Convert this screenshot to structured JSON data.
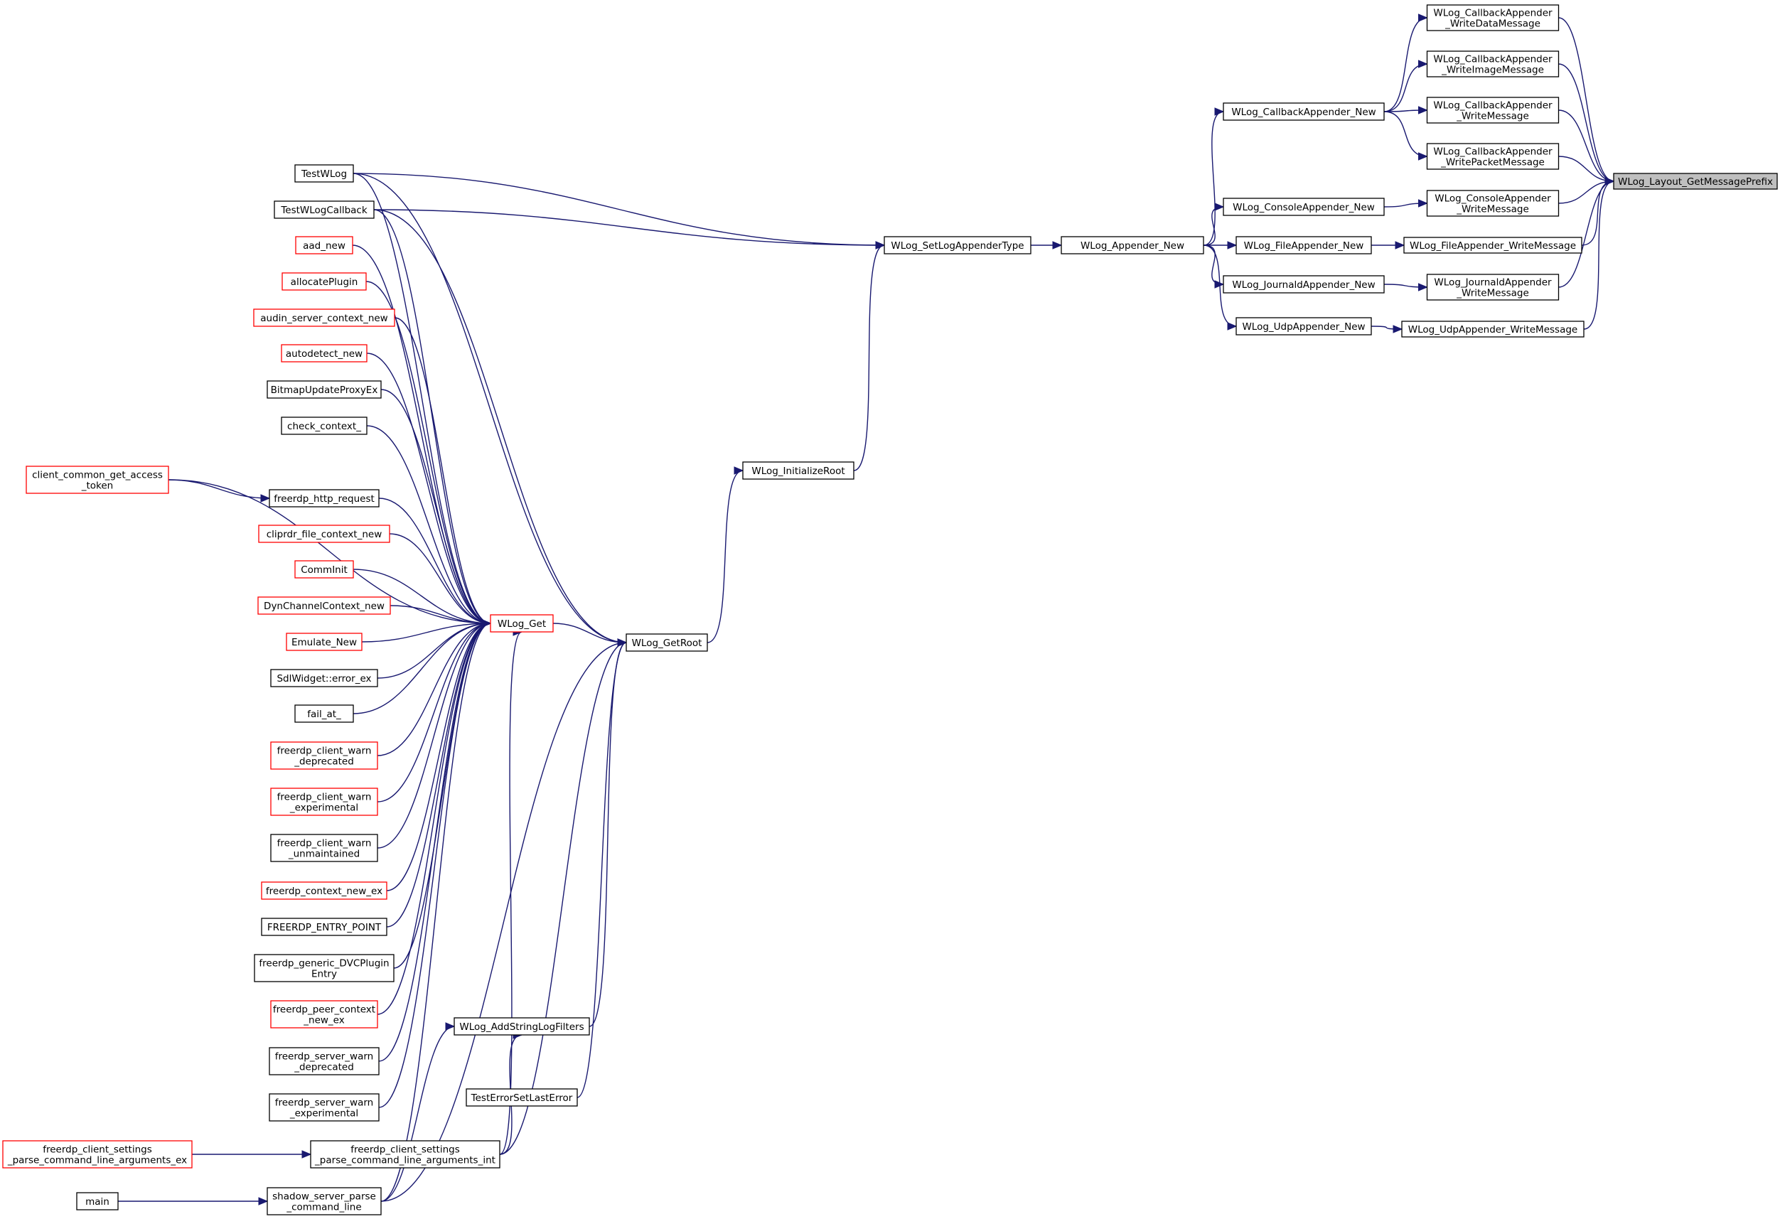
{
  "diagram": {
    "type": "caller-graph",
    "colors": {
      "edge": "#191970",
      "border_default": "#000000",
      "border_truncated": "#ff0000",
      "highlight_fill": "#bfbfbf"
    },
    "nodes": [
      {
        "id": "root",
        "lines": [
          "WLog_Layout_GetMessagePrefix"
        ],
        "style": "highlight"
      },
      {
        "id": "cb_data",
        "lines": [
          "WLog_CallbackAppender",
          "_WriteDataMessage"
        ],
        "style": "black"
      },
      {
        "id": "cb_image",
        "lines": [
          "WLog_CallbackAppender",
          "_WriteImageMessage"
        ],
        "style": "black"
      },
      {
        "id": "cb_msg",
        "lines": [
          "WLog_CallbackAppender",
          "_WriteMessage"
        ],
        "style": "black"
      },
      {
        "id": "cb_packet",
        "lines": [
          "WLog_CallbackAppender",
          "_WritePacketMessage"
        ],
        "style": "black"
      },
      {
        "id": "con_msg",
        "lines": [
          "WLog_ConsoleAppender",
          "_WriteMessage"
        ],
        "style": "black"
      },
      {
        "id": "file_msg",
        "lines": [
          "WLog_FileAppender_WriteMessage"
        ],
        "style": "black"
      },
      {
        "id": "jour_msg",
        "lines": [
          "WLog_JournaldAppender",
          "_WriteMessage"
        ],
        "style": "black"
      },
      {
        "id": "udp_msg",
        "lines": [
          "WLog_UdpAppender_WriteMessage"
        ],
        "style": "black"
      },
      {
        "id": "cb_new",
        "lines": [
          "WLog_CallbackAppender_New"
        ],
        "style": "black"
      },
      {
        "id": "con_new",
        "lines": [
          "WLog_ConsoleAppender_New"
        ],
        "style": "black"
      },
      {
        "id": "file_new",
        "lines": [
          "WLog_FileAppender_New"
        ],
        "style": "black"
      },
      {
        "id": "jour_new",
        "lines": [
          "WLog_JournaldAppender_New"
        ],
        "style": "black"
      },
      {
        "id": "udp_new",
        "lines": [
          "WLog_UdpAppender_New"
        ],
        "style": "black"
      },
      {
        "id": "app_new",
        "lines": [
          "WLog_Appender_New"
        ],
        "style": "black"
      },
      {
        "id": "set_type",
        "lines": [
          "WLog_SetLogAppenderType"
        ],
        "style": "black"
      },
      {
        "id": "init_root",
        "lines": [
          "WLog_InitializeRoot"
        ],
        "style": "black"
      },
      {
        "id": "get_root",
        "lines": [
          "WLog_GetRoot"
        ],
        "style": "black"
      },
      {
        "id": "wlog_get",
        "lines": [
          "WLog_Get"
        ],
        "style": "red"
      },
      {
        "id": "add_filters",
        "lines": [
          "WLog_AddStringLogFilters"
        ],
        "style": "black"
      },
      {
        "id": "test_err",
        "lines": [
          "TestErrorSetLastError"
        ],
        "style": "black"
      },
      {
        "id": "test_wlog",
        "lines": [
          "TestWLog"
        ],
        "style": "black"
      },
      {
        "id": "test_cb",
        "lines": [
          "TestWLogCallback"
        ],
        "style": "black"
      },
      {
        "id": "aad_new",
        "lines": [
          "aad_new"
        ],
        "style": "red"
      },
      {
        "id": "alloc_plugin",
        "lines": [
          "allocatePlugin"
        ],
        "style": "red"
      },
      {
        "id": "audin",
        "lines": [
          "audin_server_context_new"
        ],
        "style": "red"
      },
      {
        "id": "autodetect",
        "lines": [
          "autodetect_new"
        ],
        "style": "red"
      },
      {
        "id": "bitmap",
        "lines": [
          "BitmapUpdateProxyEx"
        ],
        "style": "black"
      },
      {
        "id": "check_ctx",
        "lines": [
          "check_context_"
        ],
        "style": "black"
      },
      {
        "id": "cc_token",
        "lines": [
          "client_common_get_access",
          "_token"
        ],
        "style": "red"
      },
      {
        "id": "http_req",
        "lines": [
          "freerdp_http_request"
        ],
        "style": "black"
      },
      {
        "id": "cliprdr",
        "lines": [
          "cliprdr_file_context_new"
        ],
        "style": "red"
      },
      {
        "id": "comminit",
        "lines": [
          "CommInit"
        ],
        "style": "red"
      },
      {
        "id": "dynch",
        "lines": [
          "DynChannelContext_new"
        ],
        "style": "red"
      },
      {
        "id": "emulate",
        "lines": [
          "Emulate_New"
        ],
        "style": "red"
      },
      {
        "id": "sdlw",
        "lines": [
          "SdlWidget::error_ex"
        ],
        "style": "black"
      },
      {
        "id": "fail_at",
        "lines": [
          "fail_at_"
        ],
        "style": "black"
      },
      {
        "id": "fc_warn_dep",
        "lines": [
          "freerdp_client_warn",
          "_deprecated"
        ],
        "style": "red"
      },
      {
        "id": "fc_warn_exp",
        "lines": [
          "freerdp_client_warn",
          "_experimental"
        ],
        "style": "red"
      },
      {
        "id": "fc_warn_unm",
        "lines": [
          "freerdp_client_warn",
          "_unmaintained"
        ],
        "style": "black"
      },
      {
        "id": "ctx_new_ex",
        "lines": [
          "freerdp_context_new_ex"
        ],
        "style": "red"
      },
      {
        "id": "entry_point",
        "lines": [
          "FREERDP_ENTRY_POINT"
        ],
        "style": "black"
      },
      {
        "id": "dvc_entry",
        "lines": [
          "freerdp_generic_DVCPlugin",
          "Entry"
        ],
        "style": "black"
      },
      {
        "id": "peer_ctx",
        "lines": [
          "freerdp_peer_context",
          "_new_ex"
        ],
        "style": "red"
      },
      {
        "id": "fs_warn_dep",
        "lines": [
          "freerdp_server_warn",
          "_deprecated"
        ],
        "style": "black"
      },
      {
        "id": "fs_warn_exp",
        "lines": [
          "freerdp_server_warn",
          "_experimental"
        ],
        "style": "black"
      },
      {
        "id": "parse_int",
        "lines": [
          "freerdp_client_settings",
          "_parse_command_line_arguments_int"
        ],
        "style": "black"
      },
      {
        "id": "parse_ex",
        "lines": [
          "freerdp_client_settings",
          "_parse_command_line_arguments_ex"
        ],
        "style": "red"
      },
      {
        "id": "shadow_parse",
        "lines": [
          "shadow_server_parse",
          "_command_line"
        ],
        "style": "black"
      },
      {
        "id": "main",
        "lines": [
          "main"
        ],
        "style": "black"
      }
    ],
    "edges": [
      [
        "cb_data",
        "root"
      ],
      [
        "cb_image",
        "root"
      ],
      [
        "cb_msg",
        "root"
      ],
      [
        "cb_packet",
        "root"
      ],
      [
        "con_msg",
        "root"
      ],
      [
        "file_msg",
        "root"
      ],
      [
        "jour_msg",
        "root"
      ],
      [
        "udp_msg",
        "root"
      ],
      [
        "cb_new",
        "cb_data"
      ],
      [
        "cb_new",
        "cb_image"
      ],
      [
        "cb_new",
        "cb_msg"
      ],
      [
        "cb_new",
        "cb_packet"
      ],
      [
        "con_new",
        "con_msg"
      ],
      [
        "file_new",
        "file_msg"
      ],
      [
        "jour_new",
        "jour_msg"
      ],
      [
        "udp_new",
        "udp_msg"
      ],
      [
        "app_new",
        "cb_new"
      ],
      [
        "app_new",
        "con_new"
      ],
      [
        "app_new",
        "file_new"
      ],
      [
        "app_new",
        "jour_new"
      ],
      [
        "app_new",
        "udp_new"
      ],
      [
        "set_type",
        "app_new"
      ],
      [
        "init_root",
        "set_type"
      ],
      [
        "get_root",
        "init_root"
      ],
      [
        "test_wlog",
        "set_type"
      ],
      [
        "test_cb",
        "set_type"
      ],
      [
        "wlog_get",
        "get_root"
      ],
      [
        "add_filters",
        "get_root"
      ],
      [
        "test_err",
        "get_root"
      ],
      [
        "test_wlog",
        "get_root"
      ],
      [
        "test_cb",
        "get_root"
      ],
      [
        "parse_int",
        "add_filters"
      ],
      [
        "shadow_parse",
        "add_filters"
      ],
      [
        "parse_int",
        "get_root"
      ],
      [
        "shadow_parse",
        "get_root"
      ],
      [
        "test_wlog",
        "wlog_get"
      ],
      [
        "test_cb",
        "wlog_get"
      ],
      [
        "aad_new",
        "wlog_get"
      ],
      [
        "alloc_plugin",
        "wlog_get"
      ],
      [
        "audin",
        "wlog_get"
      ],
      [
        "autodetect",
        "wlog_get"
      ],
      [
        "bitmap",
        "wlog_get"
      ],
      [
        "check_ctx",
        "wlog_get"
      ],
      [
        "cc_token",
        "wlog_get"
      ],
      [
        "http_req",
        "wlog_get"
      ],
      [
        "cliprdr",
        "wlog_get"
      ],
      [
        "comminit",
        "wlog_get"
      ],
      [
        "dynch",
        "wlog_get"
      ],
      [
        "emulate",
        "wlog_get"
      ],
      [
        "sdlw",
        "wlog_get"
      ],
      [
        "fail_at",
        "wlog_get"
      ],
      [
        "fc_warn_dep",
        "wlog_get"
      ],
      [
        "fc_warn_exp",
        "wlog_get"
      ],
      [
        "fc_warn_unm",
        "wlog_get"
      ],
      [
        "ctx_new_ex",
        "wlog_get"
      ],
      [
        "entry_point",
        "wlog_get"
      ],
      [
        "dvc_entry",
        "wlog_get"
      ],
      [
        "peer_ctx",
        "wlog_get"
      ],
      [
        "fs_warn_dep",
        "wlog_get"
      ],
      [
        "fs_warn_exp",
        "wlog_get"
      ],
      [
        "parse_int",
        "wlog_get"
      ],
      [
        "shadow_parse",
        "wlog_get"
      ],
      [
        "cc_token",
        "http_req"
      ],
      [
        "parse_ex",
        "parse_int"
      ],
      [
        "main",
        "shadow_parse"
      ]
    ]
  }
}
